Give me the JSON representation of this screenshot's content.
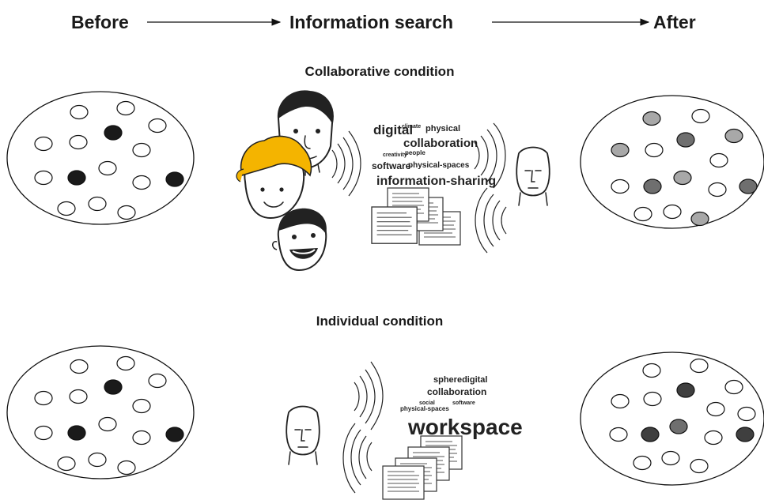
{
  "timeline": {
    "before": "Before",
    "search": "Information search",
    "after": "After"
  },
  "conditions": {
    "collaborative": "Collaborative condition",
    "individual": "Individual condition"
  },
  "wordclouds": {
    "collaborative": [
      "digital",
      "climate",
      "physical",
      "collaboration",
      "creativity",
      "people",
      "software",
      "physical-spaces",
      "information-sharing"
    ],
    "individual": [
      "spheredigital",
      "collaboration",
      "social",
      "software",
      "physical-spaces",
      "workspace"
    ]
  },
  "colors": {
    "dark": "#1a1a1a",
    "mid_gray": "#6f6f6f",
    "light_gray": "#a8a8a8",
    "dark_gray": "#3f3f3f",
    "hair": "#f4b400"
  },
  "icons": [
    "person-head-icon",
    "group-heads-icon",
    "document-stack-icon",
    "sound-wave-icon",
    "arrow-right-icon"
  ]
}
